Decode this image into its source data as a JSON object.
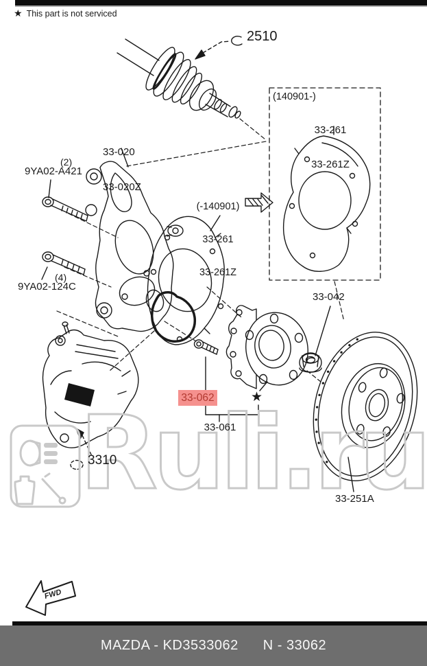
{
  "notice": {
    "star": "★",
    "text": "This part is not serviced"
  },
  "labels": {
    "snap_ring": "2510",
    "knuckle_1": "33-020",
    "knuckle_2": "33-020Z",
    "bolt_upper_qty": "(2)",
    "bolt_upper": "9YA02-A421",
    "bolt_lower_qty": "(4)",
    "bolt_lower": "9YA02-124C",
    "shield_old_range": "(-140901)",
    "shield_old_1": "33-261",
    "shield_old_2": "33-261Z",
    "shield_new_range": "(140901-)",
    "shield_new_1": "33-261",
    "shield_new_2": "33-261Z",
    "hub_nut": "33-042",
    "hub_bolt": "33-062",
    "hub_star": "★",
    "hub": "33-061",
    "caliper": "3310",
    "rotor": "33-251A",
    "fwd": "FWD"
  },
  "watermark": {
    "text": "Ruli.ru"
  },
  "footer": {
    "brand_code": "MAZDA - KD3533062",
    "part_number": "N - 33062"
  },
  "colors": {
    "line": "#1a1a1a",
    "highlight_bg": "#f5918e",
    "highlight_text": "#b23a31",
    "watermark": "#c9c9c9",
    "footer_bg": "#6e6e6e"
  }
}
